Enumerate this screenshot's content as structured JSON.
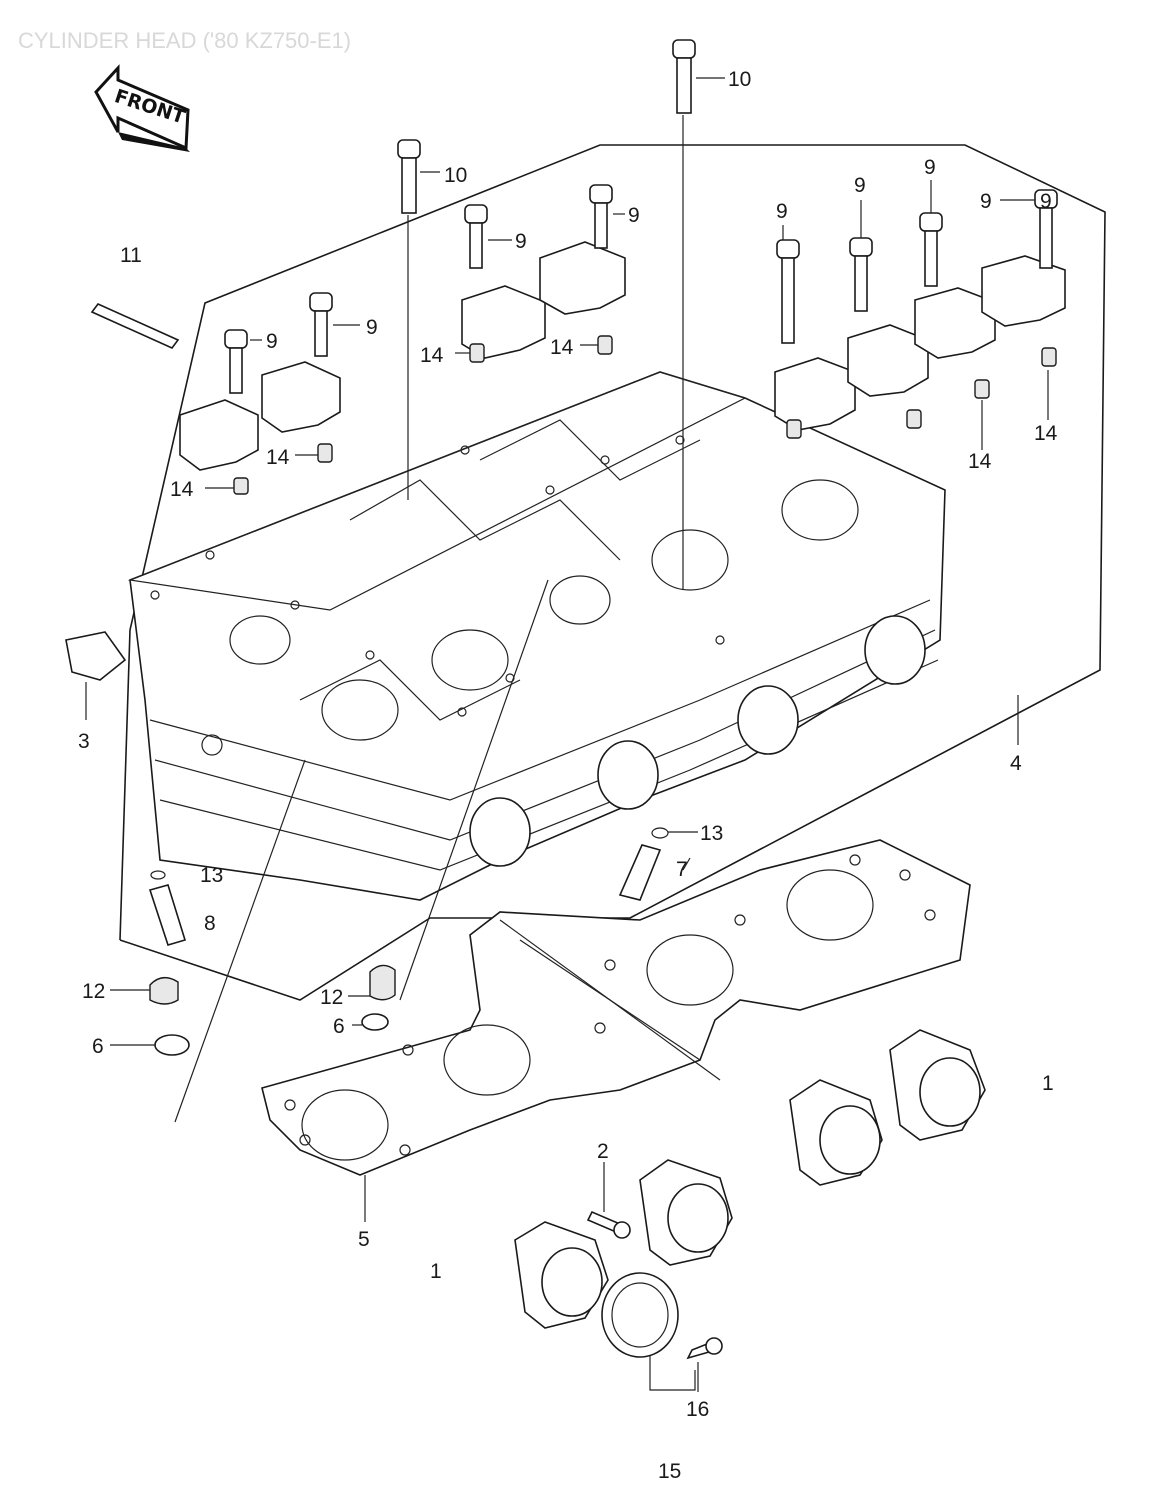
{
  "diagram": {
    "title": "CYLINDER HEAD ('80 KZ750-E1)",
    "front_label": "FRONT",
    "callouts": [
      "10",
      "10",
      "11",
      "9",
      "9",
      "9",
      "9",
      "9",
      "9",
      "9",
      "9",
      "9",
      "14",
      "14",
      "14",
      "14",
      "14",
      "14",
      "3",
      "4",
      "13",
      "13",
      "8",
      "12",
      "12",
      "6",
      "6",
      "1",
      "1",
      "2",
      "5",
      "7",
      "16",
      "15"
    ]
  },
  "colors": {
    "ink": "#1a1a1a",
    "paper": "#ffffff",
    "faint_title": "#d8d8d8"
  }
}
